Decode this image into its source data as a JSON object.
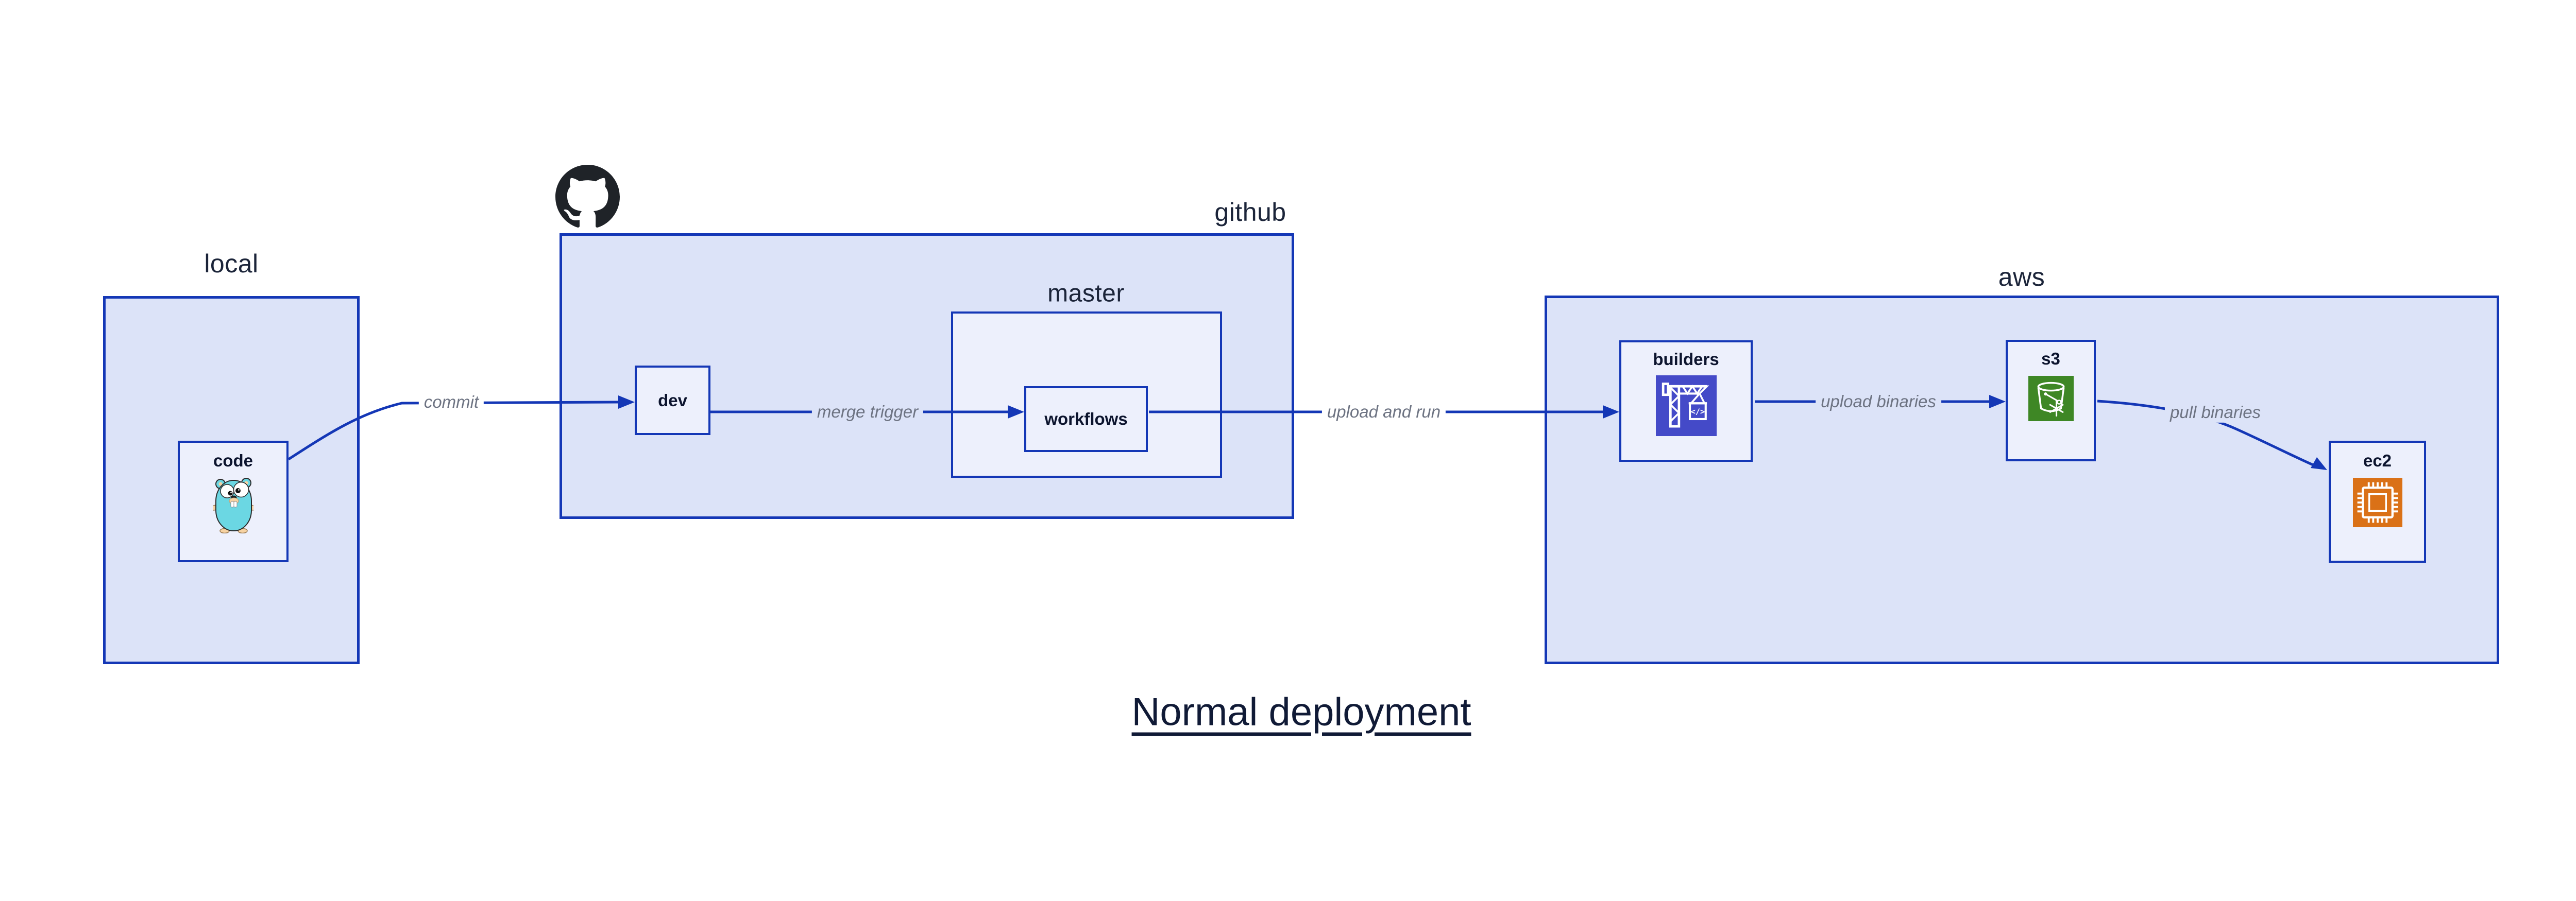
{
  "title": "Normal deployment",
  "containers": {
    "local": {
      "label": "local"
    },
    "github": {
      "label": "github"
    },
    "master": {
      "label": "master"
    },
    "aws": {
      "label": "aws"
    }
  },
  "nodes": {
    "code": {
      "label": "code",
      "icon": "go-gopher-icon"
    },
    "dev": {
      "label": "dev"
    },
    "workflows": {
      "label": "workflows"
    },
    "builders": {
      "label": "builders",
      "icon": "codebuild-crane-icon",
      "icon_color": "#444ac8"
    },
    "s3": {
      "label": "s3",
      "icon": "s3-bucket-snowflake-icon",
      "icon_color": "#3e8725"
    },
    "ec2": {
      "label": "ec2",
      "icon": "ec2-chip-icon",
      "icon_color": "#da7117"
    }
  },
  "edges": [
    {
      "from": "code",
      "to": "dev",
      "label": "commit"
    },
    {
      "from": "dev",
      "to": "workflows",
      "label": "merge trigger"
    },
    {
      "from": "workflows",
      "to": "builders",
      "label": "upload and run"
    },
    {
      "from": "builders",
      "to": "s3",
      "label": "upload binaries"
    },
    {
      "from": "s3",
      "to": "ec2",
      "label": "pull binaries"
    }
  ],
  "logo": "github-octocat-logo",
  "colors": {
    "edge_blue": "#1437b6",
    "container_fill": "#dce3f8",
    "node_fill": "#edf0fc",
    "label_gray": "#6d7382",
    "text_navy": "#0c142e",
    "container_label_navy": "#1b2439",
    "title_navy": "#101a36",
    "octocat_black": "#1f2328",
    "codebuild_indigo": "#444ac8",
    "s3_green": "#3e8725",
    "ec2_orange": "#da7117",
    "gopher_teal": "#6bd7e3",
    "gopher_beige": "#f6d2a2"
  }
}
